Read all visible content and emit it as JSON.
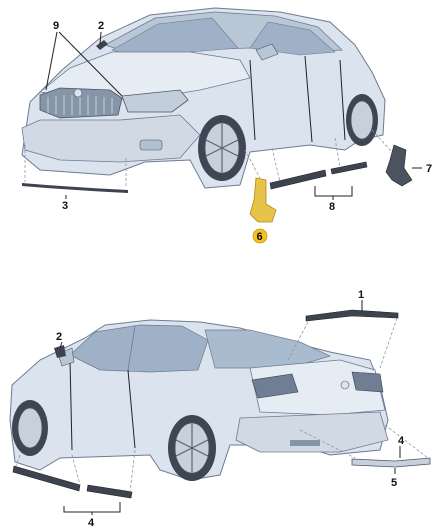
{
  "diagram": {
    "top_view_labels": {
      "part_9": "9",
      "part_2": "2",
      "part_3": "3",
      "part_6": "6",
      "part_7": "7",
      "part_8": "8"
    },
    "bottom_view_labels": {
      "part_1": "1",
      "part_2": "2",
      "part_4_top": "4",
      "part_4_bottom": "4",
      "part_5": "5"
    },
    "highlighted_part": "6",
    "colors": {
      "car_body": "#dbe3ee",
      "car_shadow": "#aebccd",
      "glass": "#9fb1c6",
      "trim_part": "#3d4450",
      "highlight": "#e8c34a",
      "highlight_badge": "#f2c21f"
    }
  }
}
